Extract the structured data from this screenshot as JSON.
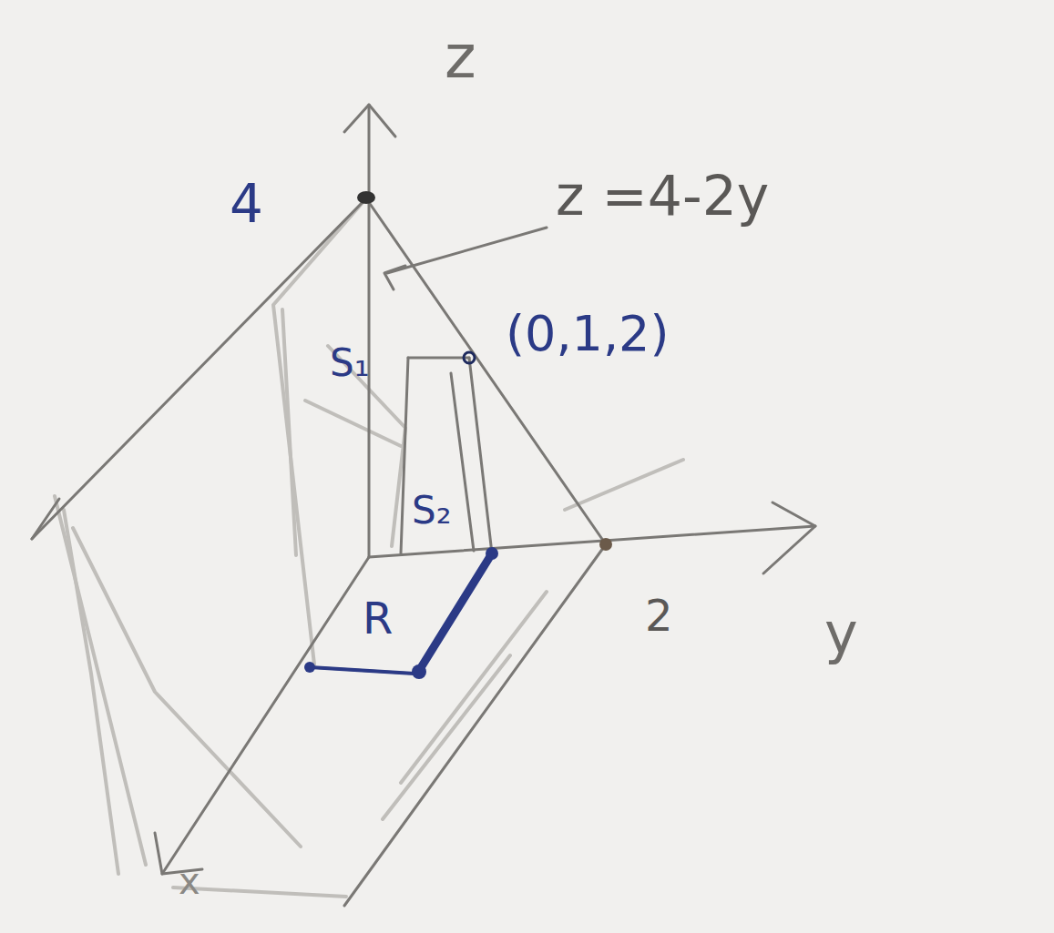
{
  "diagram": {
    "labels": [
      "z",
      "4",
      "z =4-2y",
      "(0,1,2)",
      "S₁",
      "S₂",
      "R",
      "2",
      "y",
      "x"
    ]
  }
}
